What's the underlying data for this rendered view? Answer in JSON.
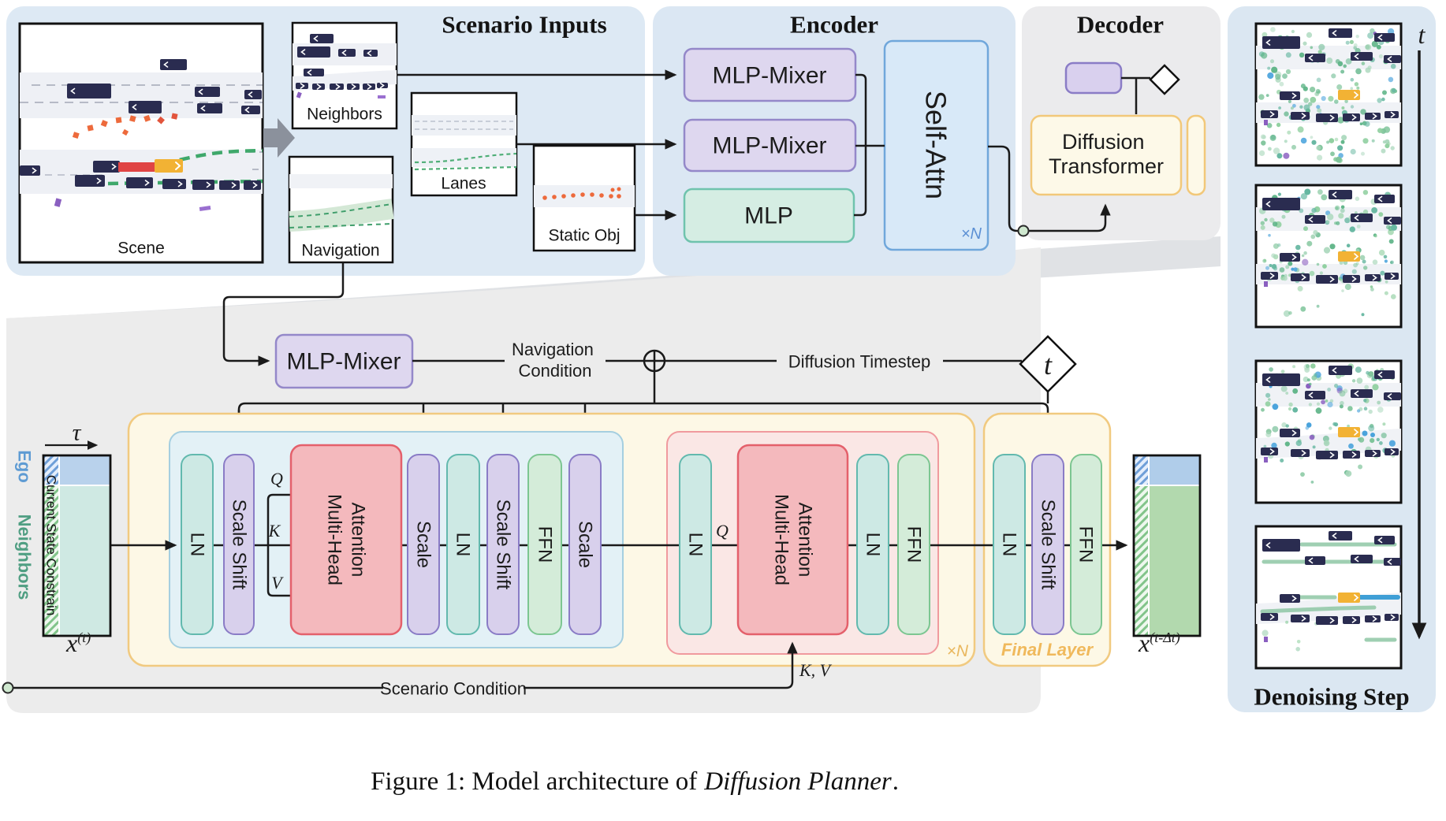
{
  "scenario_inputs": {
    "title": "Scenario Inputs",
    "scene": "Scene",
    "neighbors": "Neighbors",
    "lanes": "Lanes",
    "navigation": "Navigation",
    "static_obj": "Static Obj"
  },
  "encoder": {
    "title": "Encoder",
    "mlp_mixer_1": "MLP-Mixer",
    "mlp_mixer_2": "MLP-Mixer",
    "mlp": "MLP",
    "self_attn": "Self-Attn",
    "repeat": "×N"
  },
  "decoder": {
    "title": "Decoder",
    "dt_line1": "Diffusion",
    "dt_line2": "Transformer"
  },
  "denoising": {
    "title": "Denoising Step",
    "time": "t"
  },
  "dit": {
    "mlp_mixer": "MLP-Mixer",
    "nav_cond_line1": "Navigation",
    "nav_cond_line2": "Condition",
    "diffusion_timestep": "Diffusion Timestep",
    "timestep": "t",
    "tau": "τ",
    "ego": "Ego",
    "neighbors": "Neighbors",
    "current_state": "Current State Constrain",
    "x_base": "x",
    "x_in_sup": "(t)",
    "x_out_sup": "(t-Δt)",
    "ln": "LN",
    "scale_shift": "Scale Shift",
    "scale": "Scale",
    "ffn": "FFN",
    "mha_line1": "Multi-Head",
    "mha_line2": "Attention",
    "q": "Q",
    "k": "K",
    "v": "V",
    "kv": "K, V",
    "repeat": "×N",
    "final_layer": "Final Layer",
    "scenario_condition": "Scenario Condition"
  },
  "caption": {
    "a": "Figure 1: Model architecture of",
    "b": "Diffusion Planner",
    "c": "."
  },
  "colors": {
    "ego_vehicle": "#F2B234",
    "vehicle": "#2A2C50",
    "ego_trail_red": "#E04444",
    "route_green": "#3FA86B",
    "noise_green": "#7EC49A",
    "noise_blue": "#4AA3DC",
    "static_obj_orange": "#ED6A3C",
    "purple_block": "#D8D0EC",
    "attention_red": "#F4B9BD",
    "norm_teal": "#CDE9E4",
    "ffn_green": "#D4ECD9",
    "container_yellow": "#FDF8E6",
    "container_blue": "#E3F1F6",
    "container_pink": "#FAE7E5",
    "panel_blue": "#DDE9F4",
    "panel_gray": "#ECECEC",
    "self_attn_blue": "#D8E9F8",
    "gold_label": "#EDB95C",
    "ego_label_blue": "#5E9BD3",
    "neighbors_label_green": "#4F9E82"
  }
}
